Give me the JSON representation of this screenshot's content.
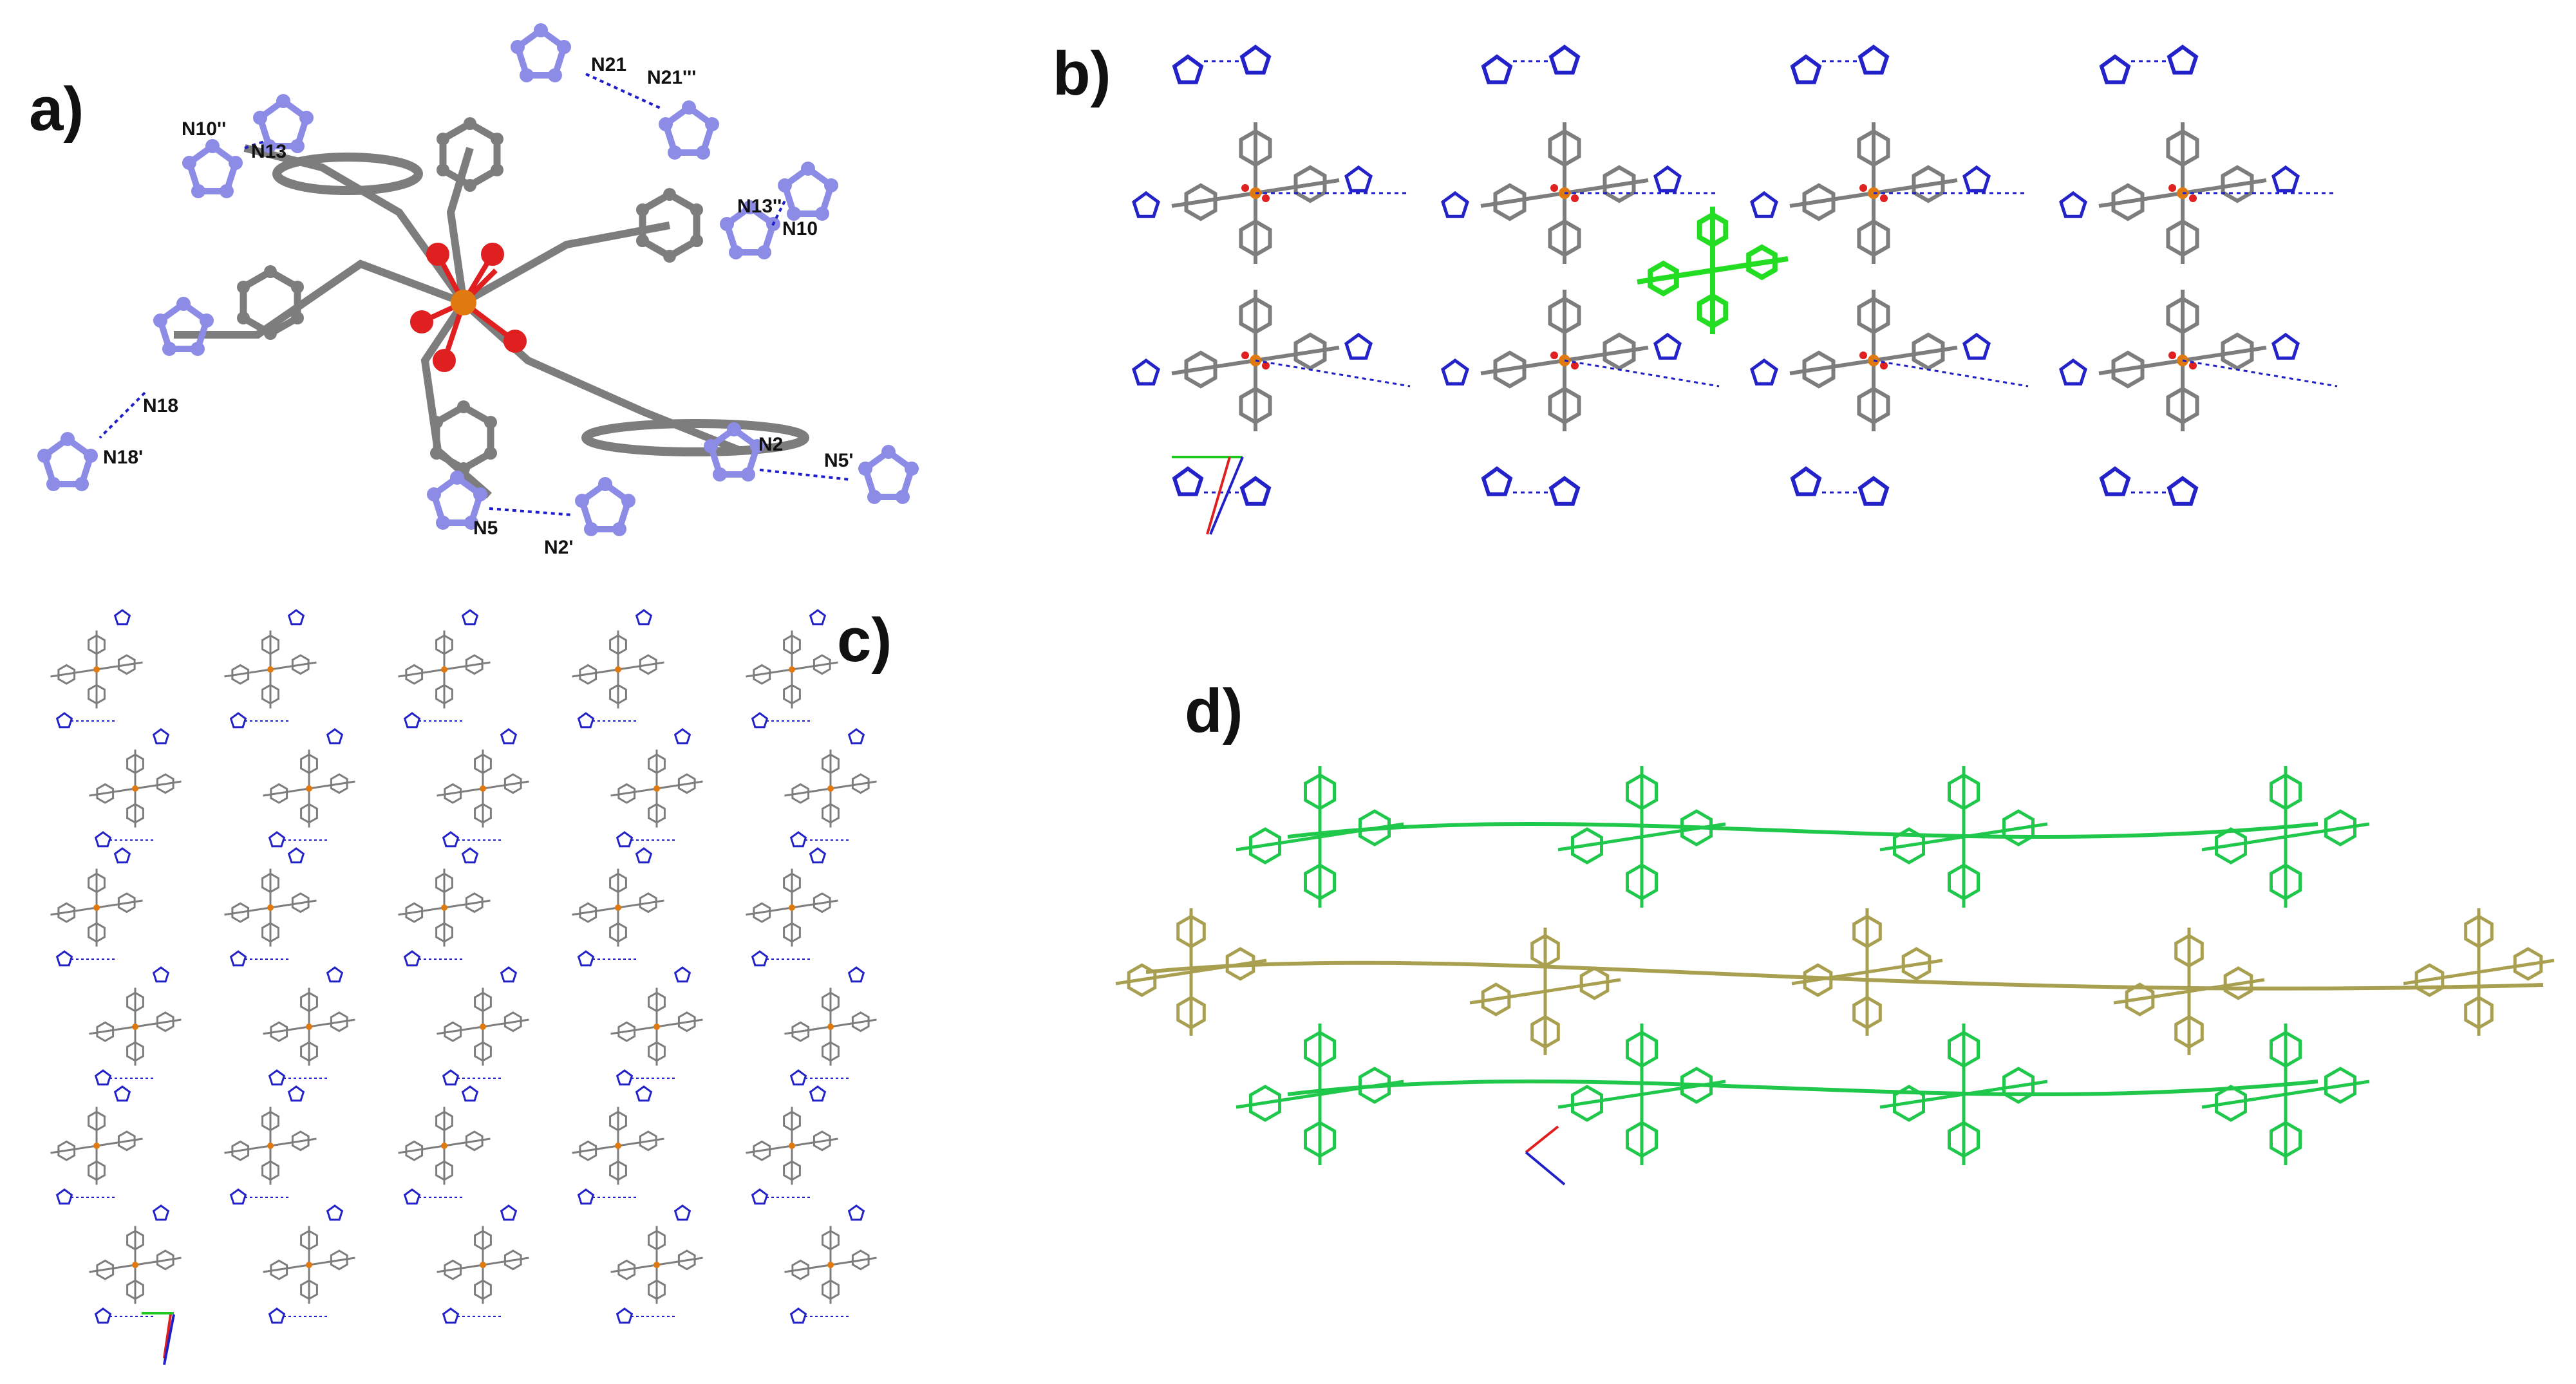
{
  "panels": {
    "a": {
      "letter": "a)",
      "atom_labels": [
        "N10''",
        "N13",
        "N21",
        "N21'''",
        "N13''",
        "N10",
        "N18",
        "N18'",
        "N2",
        "N5'",
        "N5",
        "N2'"
      ]
    },
    "b": {
      "letter": "b)"
    },
    "c": {
      "letter": "c)"
    },
    "d": {
      "letter": "d)"
    }
  },
  "colors": {
    "carbon": "#7d7d7d",
    "nitrogen": "#8c8ce6",
    "nitrogen_dark": "#2222c8",
    "oxygen": "#e02020",
    "iron": "#e07a10",
    "highlight_green": "#22dd22",
    "net_green": "#1fc84a",
    "net_olive": "#a8a050",
    "hbond": "#1e1ec8"
  },
  "icons": {
    "axes_b": "axis-triad-icon",
    "axes_c": "axis-triad-icon",
    "axes_d": "axis-triad-icon"
  }
}
